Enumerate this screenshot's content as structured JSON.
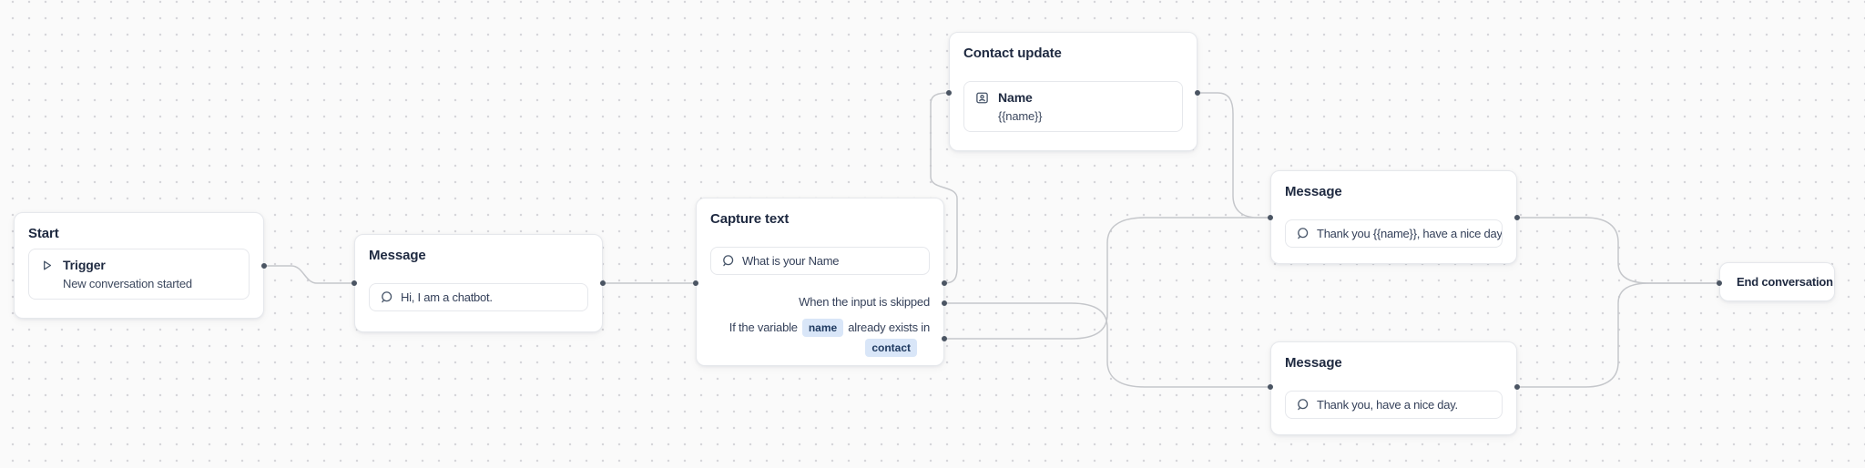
{
  "theme": {
    "canvas_bg": "#fafafa",
    "dot": "#d6d6da",
    "edge": "#c5c7cb",
    "port": "#4b5563",
    "node_border": "#e6e8ec",
    "title": "#1e2940",
    "text": "#35415a",
    "subtext": "#3c485e",
    "badge_bg": "#d9e6f8",
    "badge_text": "#1f3a60",
    "icon": "#475569"
  },
  "nodes": {
    "start": {
      "title": "Start",
      "trigger_label": "Trigger",
      "trigger_description": "New conversation started",
      "icon": "play-icon"
    },
    "message_intro": {
      "title": "Message",
      "text": "Hi, I am a chatbot.",
      "icon": "chat-bubble-icon"
    },
    "capture_text": {
      "title": "Capture text",
      "prompt": "What is your Name",
      "icon": "chat-bubble-icon",
      "skipped_label": "When the input is skipped",
      "exists_before": "If the variable",
      "exists_variable": "name",
      "exists_after": "already exists in",
      "exists_scope": "contact"
    },
    "contact_update": {
      "title": "Contact update",
      "field": "Name",
      "value": "{{name}}",
      "icon": "contact-card-icon"
    },
    "message_thanks_name": {
      "title": "Message",
      "text": "Thank you {{name}}, have a nice day.",
      "icon": "chat-bubble-icon"
    },
    "message_thanks": {
      "title": "Message",
      "text": "Thank you, have a nice day.",
      "icon": "chat-bubble-icon"
    },
    "end": {
      "label": "End conversation"
    }
  }
}
